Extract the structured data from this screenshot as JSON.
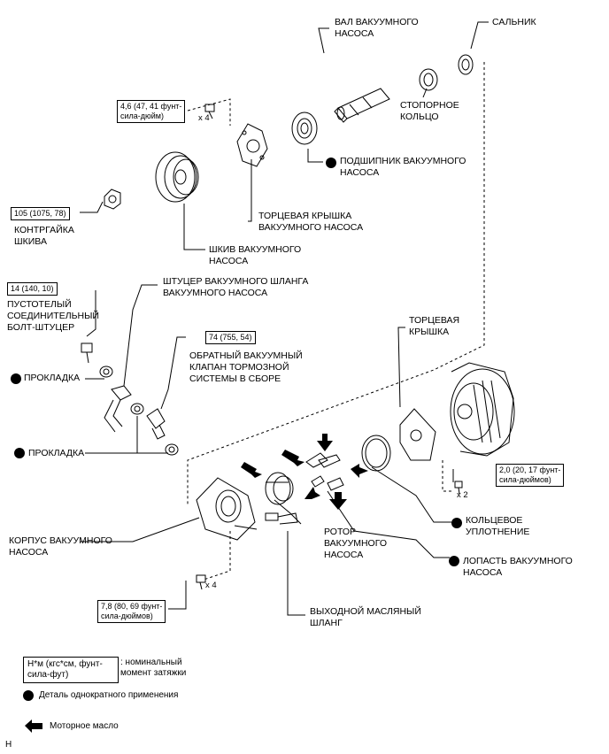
{
  "labels": {
    "pump_shaft": "ВАЛ ВАКУУМНОГО\nНАСОСА",
    "oil_seal": "САЛЬНИК",
    "snap_ring": "СТОПОРНОЕ\nКОЛЬЦО",
    "pump_bearing": "ПОДШИПНИК ВАКУУМНОГО\nНАСОСА",
    "end_cover_pump": "ТОРЦЕВАЯ КРЫШКА\nВАКУУМНОГО НАСОСА",
    "pulley_nut": "КОНТРГАЙКА\nШКИВА",
    "pulley": "ШКИВ ВАКУУМНОГО\nНАСОСА",
    "hose_union": "ШТУЦЕР ВАКУУМНОГО ШЛАНГА\nВАКУУМНОГО НАСОСА",
    "union_bolt": "ПУСТОТЕЛЫЙ\nСОЕДИНИТЕЛЬНЫЙ\nБОЛТ-ШТУЦЕР",
    "gasket_1": "ПРОКЛАДКА",
    "check_valve": "ОБРАТНЫЙ ВАКУУМНЫЙ\nКЛАПАН ТОРМОЗНОЙ\nСИСТЕМЫ В СБОРЕ",
    "gasket_2": "ПРОКЛАДКА",
    "end_cover": "ТОРЦЕВАЯ\nКРЫШКА",
    "o_ring": "КОЛЬЦЕВОЕ\nУПЛОТНЕНИЕ",
    "rotor": "РОТОР\nВАКУУМНОГО\nНАСОСА",
    "vane": "ЛОПАСТЬ ВАКУУМНОГО\nНАСОСА",
    "housing": "КОРПУС ВАКУУМНОГО\nНАСОСА",
    "oil_hose": "ВЫХОДНОЙ МАСЛЯНЫЙ\nШЛАНГ"
  },
  "torques": {
    "end_cover_bolts": "4,6 (47, 41 фунт-\nсила-дюйм)",
    "pulley_nut": "105 (1075, 78)",
    "union_bolt": "14 (140, 10)",
    "check_valve": "74 (755, 54)",
    "end_cover_screws": "2,0 (20, 17 фунт-\nсила-дюймов)",
    "housing_bolts": "7,8 (80, 69 фунт-\nсила-дюймов)"
  },
  "quantities": {
    "end_cover_bolts": "x 4",
    "end_cover_screws": "x 2",
    "housing_bolts": "x 4"
  },
  "legend": {
    "torque_box": "Н*м (кгс*см, фунт-\nсила-фут)",
    "torque_desc": ": номинальный\nмомент затяжки",
    "non_reusable": "Деталь однократного применения",
    "engine_oil": "Моторное масло"
  },
  "footer": {
    "code": "H"
  },
  "colors": {
    "ink": "#000000",
    "background": "#ffffff"
  }
}
